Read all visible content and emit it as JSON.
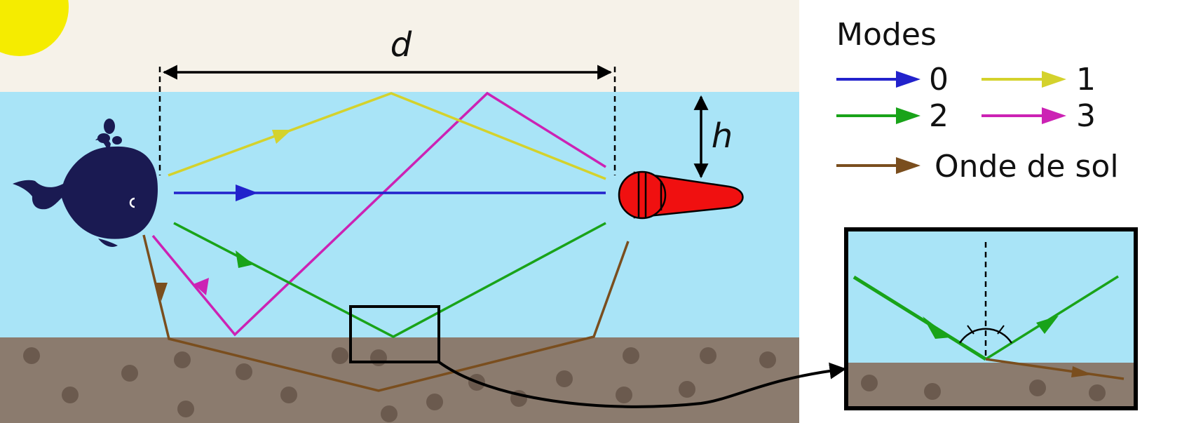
{
  "labels": {
    "distance": "d",
    "height": "h"
  },
  "legend": {
    "title": "Modes",
    "entries": [
      {
        "label": "0",
        "color": "#2222cc"
      },
      {
        "label": "1",
        "color": "#d4d22c"
      },
      {
        "label": "2",
        "color": "#19a319"
      },
      {
        "label": "3",
        "color": "#cc22b4"
      },
      {
        "label": "Onde de sol",
        "color": "#7a4e1e"
      }
    ]
  },
  "colors": {
    "sky": "#f6f2e9",
    "water": "#a9e4f7",
    "seabed": "#8b7b6e",
    "pebble": "#6b5a4e",
    "sun": "#f5ec00",
    "whale": "#1a1a52",
    "microphone": "#f01010",
    "mode0": "#2222cc",
    "mode1": "#d4d22c",
    "mode2": "#19a319",
    "mode3": "#cc22b4",
    "ground_wave": "#7a4e1e"
  },
  "icons": {
    "source": "whale-icon",
    "receiver": "microphone-icon",
    "sun": "sun-icon"
  }
}
